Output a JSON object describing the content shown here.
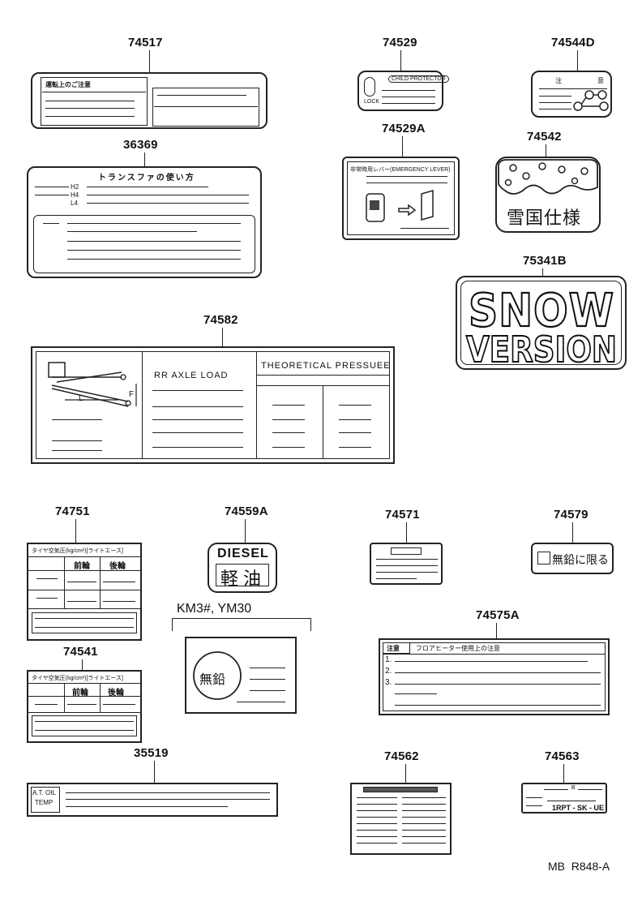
{
  "parts": {
    "p74517": "74517",
    "p36369": "36369",
    "p74529": "74529",
    "p74544D": "74544D",
    "p74529A": "74529A",
    "p74542": "74542",
    "p75341B": "75341B",
    "p74582": "74582",
    "p74751": "74751",
    "p74559A": "74559A",
    "p74571": "74571",
    "p74579": "74579",
    "p74541": "74541",
    "p74575A": "74575A",
    "p35519": "35519",
    "p74562": "74562",
    "p74563": "74563"
  },
  "labels": {
    "l74517_title": "運転上のご注意",
    "l36369_title": "トランスファの使い方",
    "l36369_h2": "H2",
    "l36369_h4": "H4",
    "l36369_l4": "L4",
    "l74529_title": "CHILD PROTECTOR",
    "l74529_lock": "LOCK",
    "l74529A_title": "非常時用レバー(EMERGENCY LEVER)",
    "l74544D_title": "注　意",
    "l74542_text": "雪国仕様",
    "l75341B_line1": "SNOW",
    "l75341B_line2": "VERSION",
    "l74582_col1": "RR AXLE LOAD",
    "l74582_col2": "THEORETICAL PRESSUEE",
    "l74582_f": "F",
    "l74582_l": "L",
    "l74751_title": "タイヤ空気圧(kg/cm²)[ライトエース]",
    "l74751_c1": "前輪",
    "l74751_c2": "後輪",
    "l74541_title": "タイヤ空気圧(kg/cm²)[ライトエース]",
    "l74541_c1": "前輪",
    "l74541_c2": "後輪",
    "l74559A_top": "DIESEL",
    "l74559A_bottom": "軽油",
    "km3_group": "KM3#, YM30",
    "km3_text": "無鉛",
    "l74579_text": "無鉛に限る",
    "l74575A_title": "注意",
    "l74575A_sub": "フロアヒーター使用上の注意",
    "l74575A_n1": "1.",
    "l74575A_n2": "2.",
    "l74575A_n3": "3.",
    "l35519_tag1": "A.T. OIL",
    "l35519_tag2": "TEMP",
    "l74563_a": "B",
    "l74563_b": "1RPT - SK - UE",
    "footer": "MB  R848-A"
  }
}
